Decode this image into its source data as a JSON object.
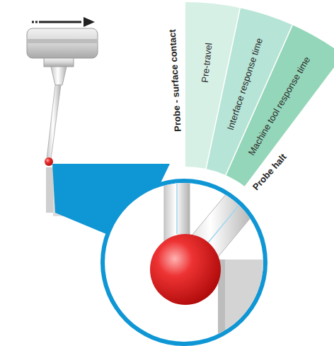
{
  "diagram": {
    "nodes": [
      {
        "text": [
          "Pre-travel"
        ]
      },
      {
        "text": [
          "Interface response time"
        ]
      },
      {
        "text": [
          "Machine tool response time"
        ]
      }
    ],
    "labels": [
      "Probe - surface contact",
      "Probe halt"
    ]
  }
}
